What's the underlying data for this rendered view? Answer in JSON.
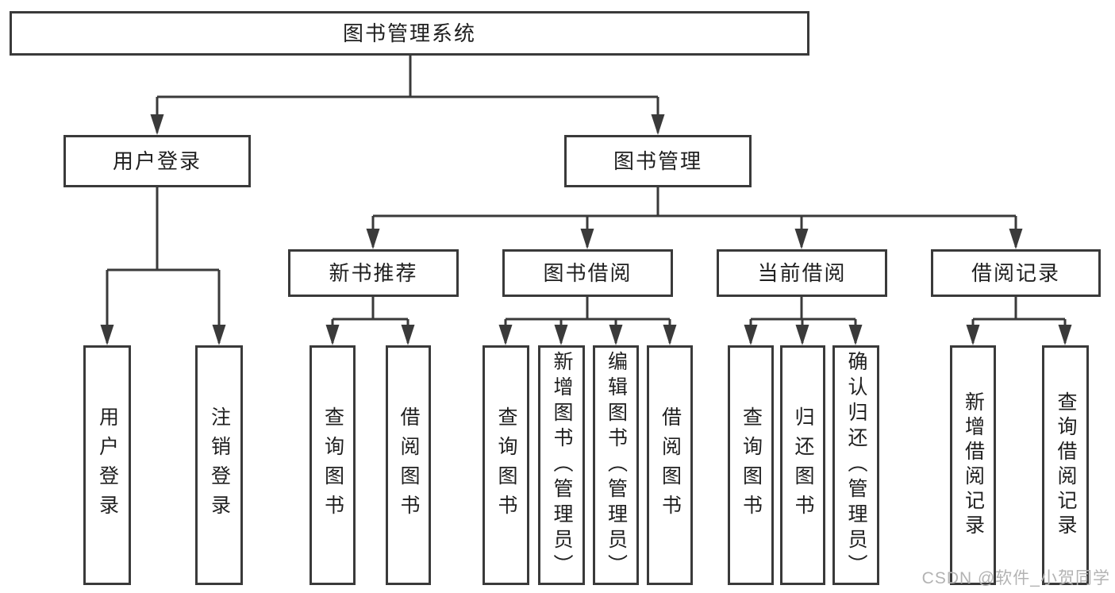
{
  "tree": {
    "root": {
      "label": "图书管理系统"
    },
    "level2": [
      {
        "label": "用户登录"
      },
      {
        "label": "图书管理"
      }
    ],
    "level3": [
      {
        "label": "新书推荐",
        "parent": "图书管理"
      },
      {
        "label": "图书借阅",
        "parent": "图书管理"
      },
      {
        "label": "当前借阅",
        "parent": "图书管理"
      },
      {
        "label": "借阅记录",
        "parent": "图书管理"
      }
    ],
    "leaves": [
      {
        "label": "用户登录",
        "parent": "用户登录"
      },
      {
        "label": "注销登录",
        "parent": "用户登录"
      },
      {
        "label": "查询图书",
        "parent": "新书推荐"
      },
      {
        "label": "借阅图书",
        "parent": "新书推荐"
      },
      {
        "label": "查询图书",
        "parent": "图书借阅"
      },
      {
        "label": "新增图书（管理员）",
        "parent": "图书借阅"
      },
      {
        "label": "编辑图书（管理员）",
        "parent": "图书借阅"
      },
      {
        "label": "借阅图书",
        "parent": "图书借阅"
      },
      {
        "label": "查询图书",
        "parent": "当前借阅"
      },
      {
        "label": "归还图书",
        "parent": "当前借阅"
      },
      {
        "label": "确认归还（管理员）",
        "parent": "当前借阅"
      },
      {
        "label": "新增借阅记录",
        "parent": "借阅记录"
      },
      {
        "label": "查询借阅记录",
        "parent": "借阅记录"
      }
    ]
  },
  "watermark": {
    "text": "CSDN @软件_小贺同学"
  },
  "colors": {
    "line": "#3a3a3a",
    "text": "#1f1f1f",
    "watermark": "#b3b3b3",
    "background": "#ffffff"
  }
}
